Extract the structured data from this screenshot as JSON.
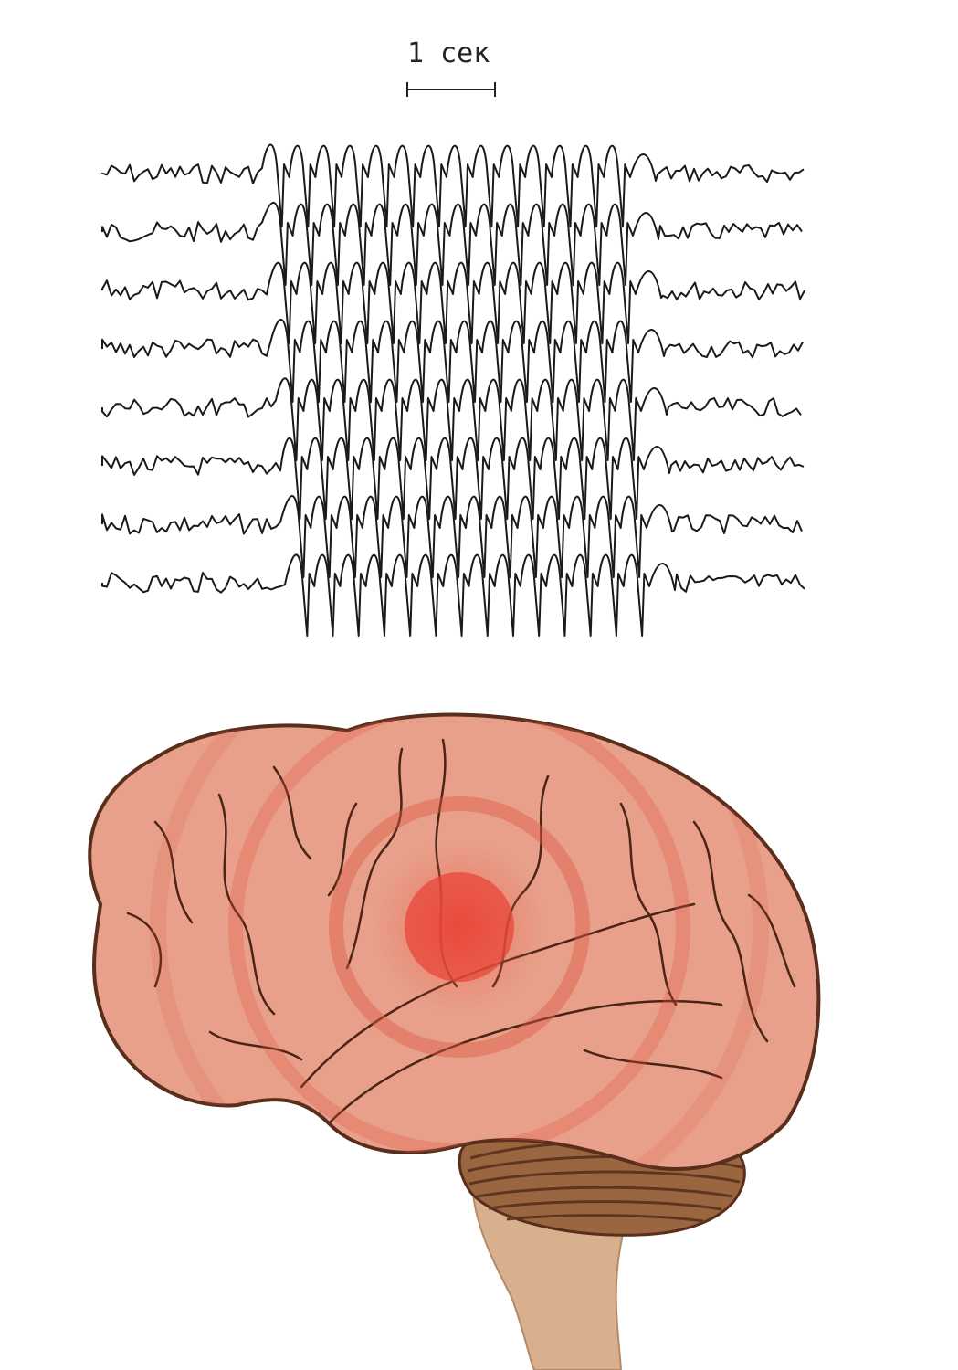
{
  "scale_bar": {
    "label": "1 сек",
    "duration_s": 1
  },
  "eeg": {
    "channel_count": 8,
    "seizure_cycles": 14,
    "trace_color": "#1a1a1a"
  },
  "brain": {
    "cortex_color": "#e8a08a",
    "outline_color": "#5a2e1c",
    "cerebellum_color": "#9a6640",
    "brainstem_color": "#d9b08e",
    "focus_color": "#e8473a"
  }
}
